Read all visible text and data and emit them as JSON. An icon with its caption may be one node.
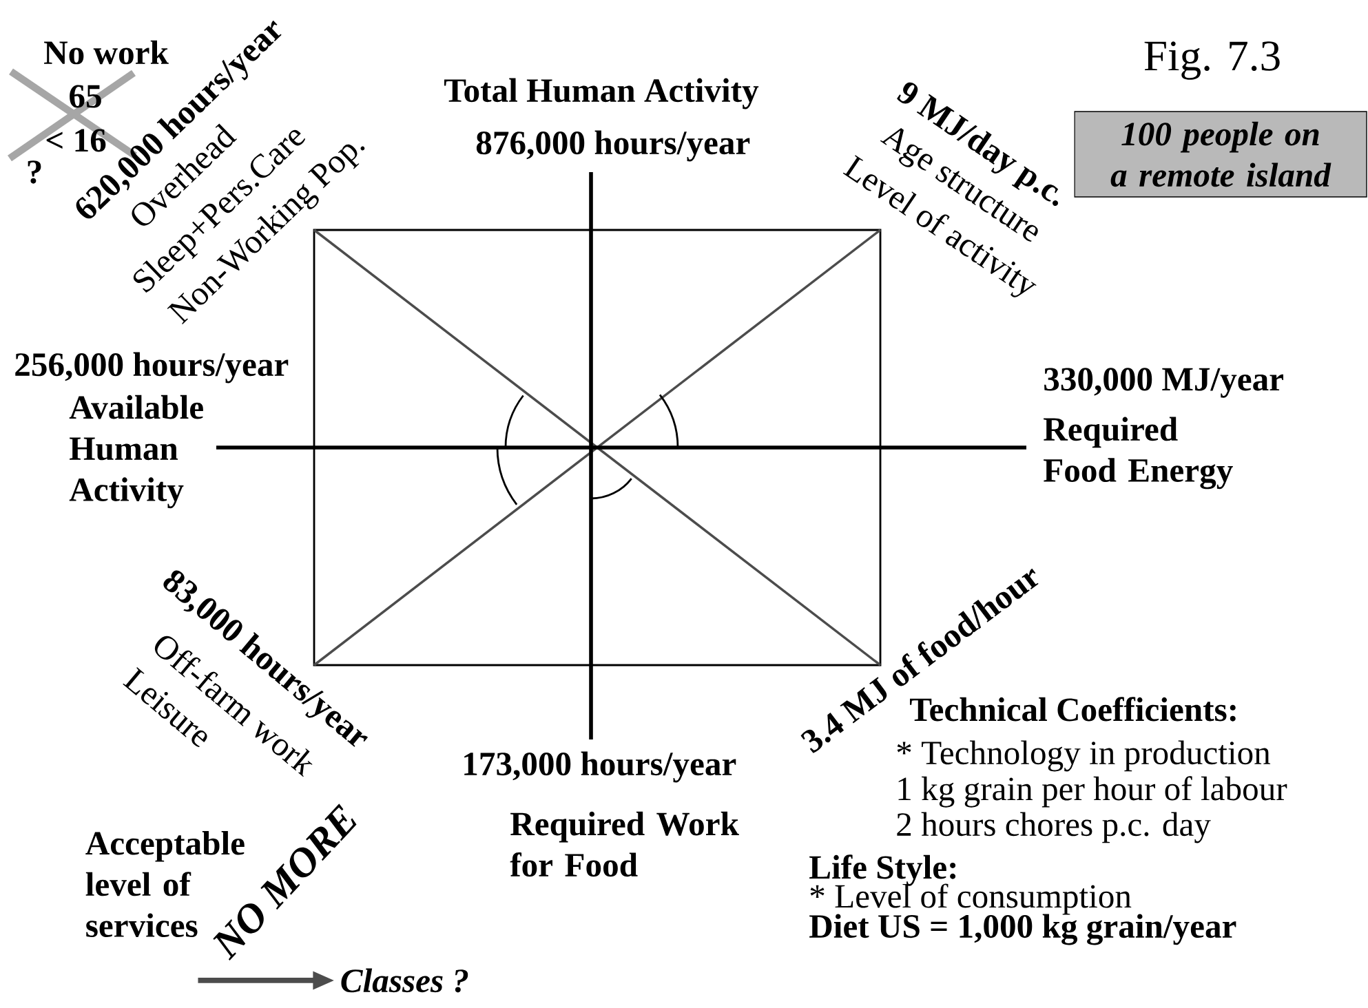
{
  "diagram": {
    "nodes": [
      {
        "text": [
          "100 people on a remote island"
        ]
      },
      {
        "text": [
          "Acceptable level of services"
        ]
      },
      {
        "text": [
          "Classes ?"
        ]
      }
    ],
    "edges": [
      {
        "from": 1,
        "to": 2,
        "arrow": "to"
      }
    ],
    "labels": [
      "No work",
      "65",
      "< 16",
      "?",
      "620,000 hours/year",
      "Overhead",
      "Sleep+Pers.Care",
      "Non-Working Pop.",
      "Total Human Activity",
      "876,000 hours/year",
      "9 MJ/day p.c.",
      "Age structure",
      "Level of activity",
      "Fig. 7.3",
      "256,000 hours/year",
      "Available Human Activity",
      "330,000 MJ/year",
      "Required Food Energy",
      "83,000 hours/year",
      "Off-farm work",
      "Leisure",
      "3.4 MJ of food/hour",
      "Technical Coefficients:",
      "* Technology in production",
      "1 kg grain per hour of labour",
      "2 hours chores p.c. day",
      "173,000 hours/year",
      "Required Work for Food",
      "NO MORE",
      "Life Style:",
      "* Level of consumption",
      "Diet US = 1,000 kg grain/year"
    ]
  }
}
